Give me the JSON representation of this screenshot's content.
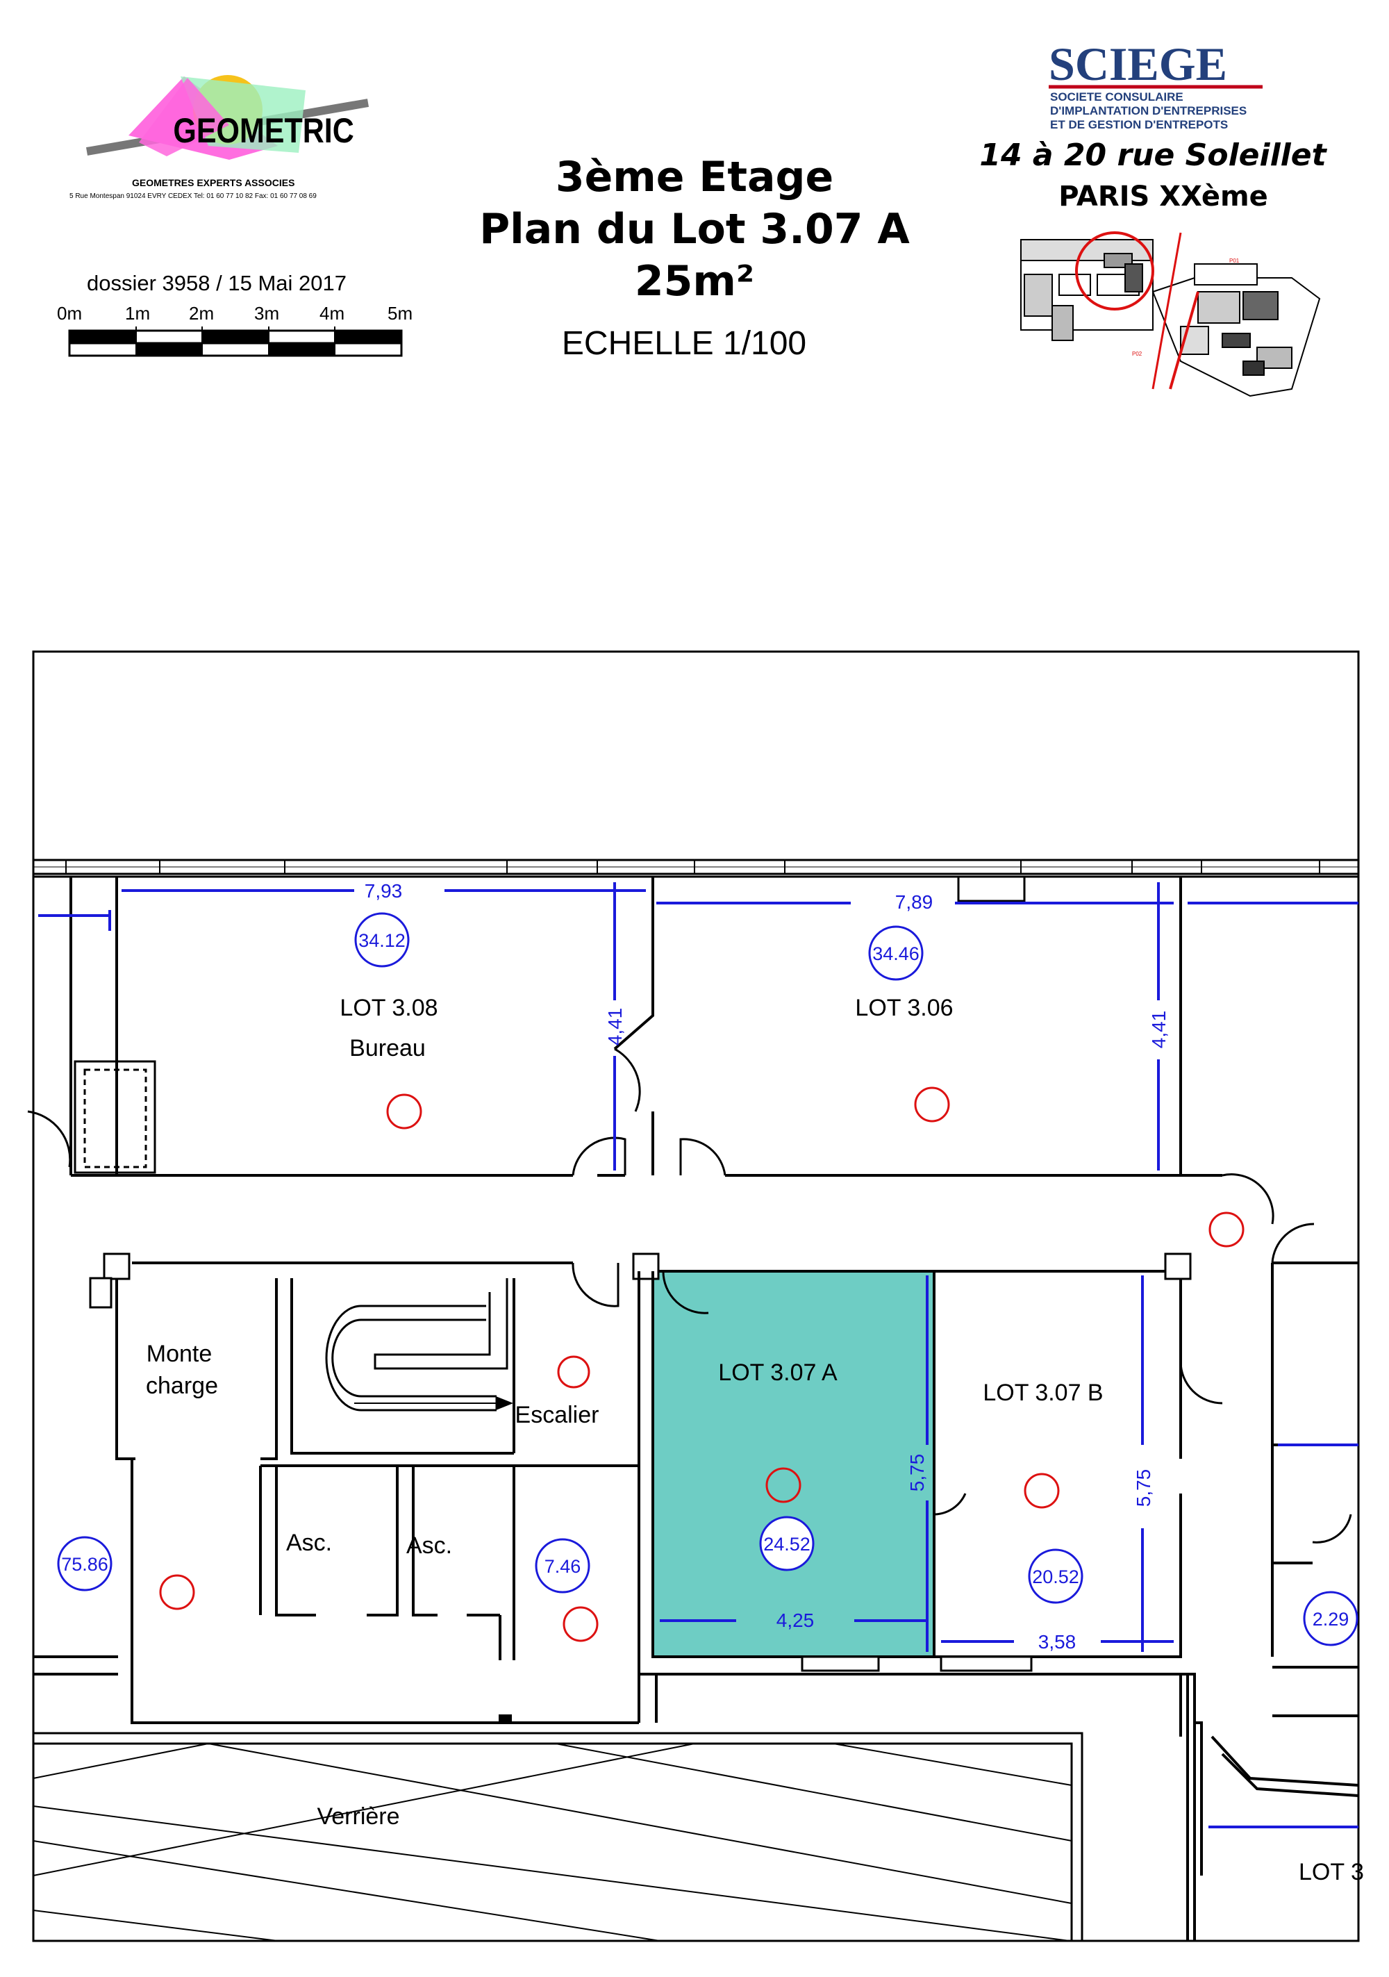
{
  "header": {
    "geometric_logo_text": "GEOMETRIC",
    "geometric_subtitle": "GEOMETRES EXPERTS ASSOCIES",
    "geometric_address": "5 Rue Montespan 91024 EVRY CEDEX  Tel: 01 60 77 10 82 Fax: 01 60 77 08 69",
    "dossier": "dossier 3958 / 15 Mai 2017",
    "scale_ticks": [
      "0m",
      "1m",
      "2m",
      "3m",
      "4m",
      "5m"
    ],
    "title_line1": "3ème Etage",
    "title_line2": "Plan du Lot 3.07 A",
    "title_line3": "25m²",
    "scale_text": "ECHELLE 1/100",
    "sciege_logo_text": "SCIEGE",
    "sciege_line1": "SOCIETE CONSULAIRE",
    "sciege_line2": "D'IMPLANTATION D'ENTREPRISES",
    "sciege_line3": "ET DE GESTION D'ENTREPOTS",
    "address_line1": "14 à 20  rue Soleillet",
    "address_line2": "PARIS XXème"
  },
  "plan": {
    "lot_labels": {
      "lot_308": "LOT 3.08",
      "bureau": "Bureau",
      "lot_306": "LOT 3.06",
      "lot_307a": "LOT 3.07 A",
      "lot_307b": "LOT 3.07 B",
      "lot_partial": "LOT 3",
      "monte_line1": "Monte",
      "monte_line2": "charge",
      "escalier": "Escalier",
      "asc1": "Asc.",
      "asc2": "Asc.",
      "verriere": "Verrière"
    },
    "dimensions": {
      "w_308": "7,93",
      "w_306": "7,89",
      "h_308": "4,41",
      "h_306": "4,41",
      "h_307a": "5,75",
      "w_307a": "4,25",
      "h_307b": "5,75",
      "w_307b": "3,58"
    },
    "areas": {
      "a_308": "34.12",
      "a_306": "34.46",
      "a_left": "75.86",
      "a_746": "7.46",
      "a_307a": "24.52",
      "a_307b": "20.52",
      "a_right": "2.29"
    },
    "highlight_color": "#6ecdc4"
  }
}
